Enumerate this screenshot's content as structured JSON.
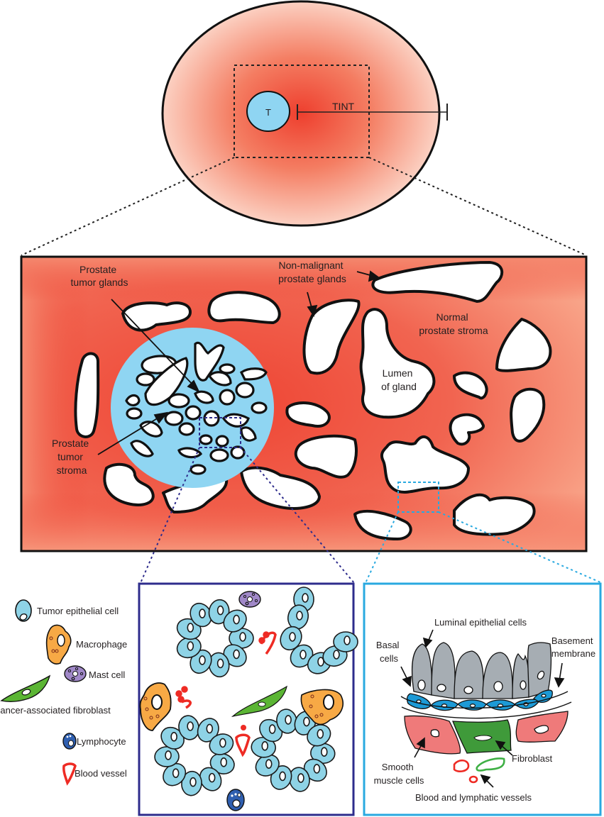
{
  "figure": {
    "top_panel": {
      "tumor_label": "T",
      "distance_label": "TINT"
    },
    "middle_panel": {
      "labels": {
        "tumor_glands": [
          "Prostate",
          "tumor glands"
        ],
        "tumor_stroma": [
          "Prostate",
          "tumor",
          "stroma"
        ],
        "non_malignant": [
          "Non-malignant",
          "prostate glands"
        ],
        "normal_stroma": [
          "Normal",
          "prostate stroma"
        ],
        "lumen": [
          "Lumen",
          "of gland"
        ]
      }
    },
    "legend": {
      "items": [
        {
          "label": "Tumor epithelial cell",
          "icon": "tumor-epithelial-cell-icon"
        },
        {
          "label": "Macrophage",
          "icon": "macrophage-icon"
        },
        {
          "label": "Mast cell",
          "icon": "mast-cell-icon"
        },
        {
          "label": "Cancer-associated fibroblast",
          "icon": "fibroblast-icon"
        },
        {
          "label": "Lymphocyte",
          "icon": "lymphocyte-icon"
        },
        {
          "label": "Blood vessel",
          "icon": "blood-vessel-icon"
        }
      ]
    },
    "normal_panel": {
      "labels": {
        "luminal": "Luminal epithelial cells",
        "basal": [
          "Basal",
          "cells"
        ],
        "basement": [
          "Basement",
          "membrane"
        ],
        "smooth": [
          "Smooth",
          "muscle cells"
        ],
        "fibroblast": "Fibroblast",
        "vessels": "Blood and lymphatic vessels"
      }
    },
    "colors": {
      "stroma_red": "#ee4433",
      "stroma_light": "#f7a48a",
      "tumor_blue": "#8fd5f2",
      "navy": "#2e2c8c",
      "cyan_frame": "#29a9e0",
      "macrophage_orange": "#f7a945",
      "mast_purple": "#a088c8",
      "fibroblast_green": "#5bb534",
      "lymphocyte_blue": "#2f5fb0",
      "vessel_red": "#ee2b24",
      "luminal_gray": "#a6adb3",
      "basal_blue": "#1d9ad6",
      "smooth_pink": "#ef7a7a",
      "normal_fibroblast_green": "#3f9a3a"
    }
  }
}
